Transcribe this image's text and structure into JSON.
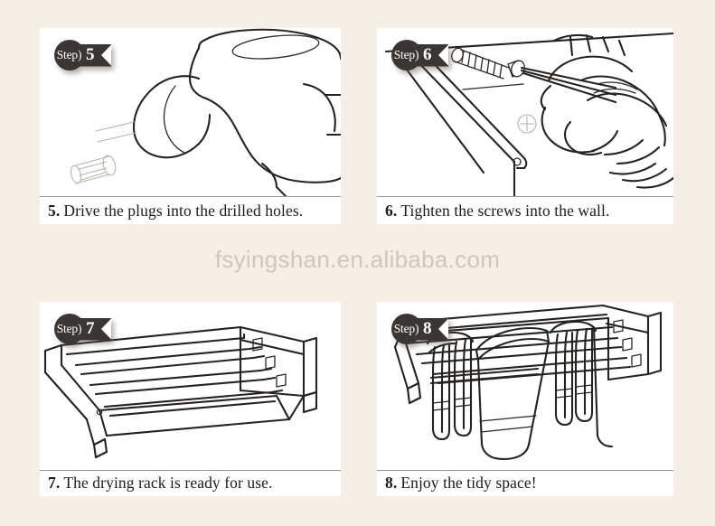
{
  "page": {
    "background_color": "#f7efe6",
    "panel_color": "#ffffff",
    "ink_color": "#262220",
    "badge_color": "#3b3633",
    "watermark_color": "#cfc6bd"
  },
  "watermark": {
    "text": "fsyingshan.en.alibaba.com"
  },
  "badge": {
    "word": "Step)"
  },
  "steps": [
    {
      "number": "5",
      "badge_word": "Step)",
      "caption_number": "5.",
      "caption_text": "Drive the plugs into the drilled holes.",
      "illustration": "drill-driving-wall-plug"
    },
    {
      "number": "6",
      "badge_word": "Step)",
      "caption_number": "6.",
      "caption_text": "Tighten the screws into the wall.",
      "illustration": "hand-with-screwdriver-screw-and-drill-hole-mark"
    },
    {
      "number": "7",
      "badge_word": "Step)",
      "caption_number": "7.",
      "caption_text": "The drying rack is ready for use.",
      "illustration": "assembled-drying-rack"
    },
    {
      "number": "8",
      "badge_word": "Step)",
      "caption_number": "8.",
      "caption_text": "Enjoy the tidy space!",
      "illustration": "drying-rack-with-hanging-towels"
    }
  ]
}
